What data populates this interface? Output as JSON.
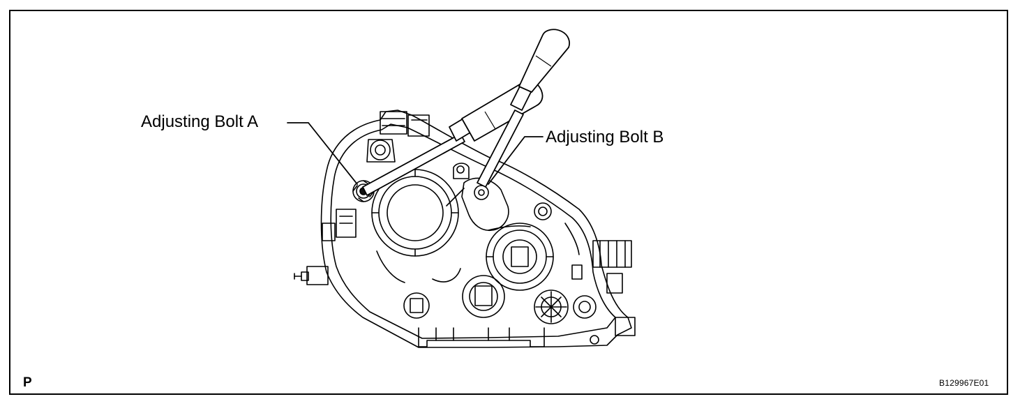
{
  "callouts": {
    "bolt_a": "Adjusting Bolt A",
    "bolt_b": "Adjusting Bolt B"
  },
  "corner_mark": "P",
  "figure_code": "B129967E01",
  "colors": {
    "line": "#000000",
    "background": "#ffffff",
    "dark_fill": "#111111"
  }
}
